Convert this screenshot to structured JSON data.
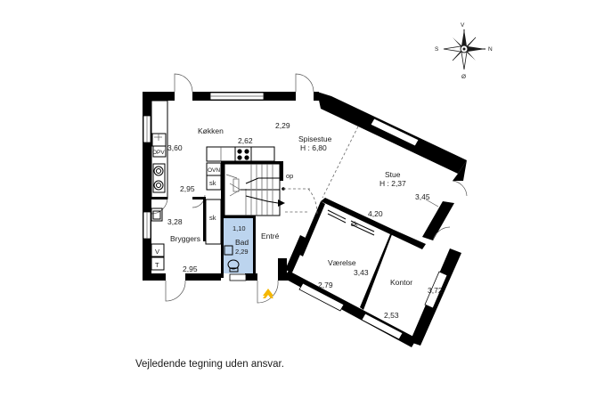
{
  "compass": {
    "north": "N",
    "south": "S",
    "east": "Ø",
    "west": "V"
  },
  "rooms": {
    "kitchen": "Køkken",
    "dining": "Spisestue",
    "dining_height": "H : 6,80",
    "living": "Stue",
    "living_height": "H : 2,37",
    "utility": "Bryggers",
    "bath": "Bad",
    "entrance": "Entré",
    "bedroom": "Værelse",
    "office": "Kontor"
  },
  "dimensions": {
    "kitchen_width": "2,29",
    "kitchen_left": "3,60",
    "stair_top": "2,62",
    "kitchen_bottom": "2,95",
    "utility_right": "3,28",
    "utility_bottom": "2,95",
    "closet": "1,10",
    "bath": "2,29",
    "living_right": "3,45",
    "bedroom_top": "4,20",
    "bedroom_right": "3,43",
    "bedroom_bottom": "2,79",
    "office_right": "3,72",
    "office_bottom": "2,53"
  },
  "fixtures": {
    "fridge": "OPV",
    "oven": "OVN",
    "cupboard": "sk",
    "closet": "sk",
    "washer": "V",
    "dryer": "T",
    "stairs_up": "op"
  },
  "footer": "Vejledende tegning uden ansvar."
}
